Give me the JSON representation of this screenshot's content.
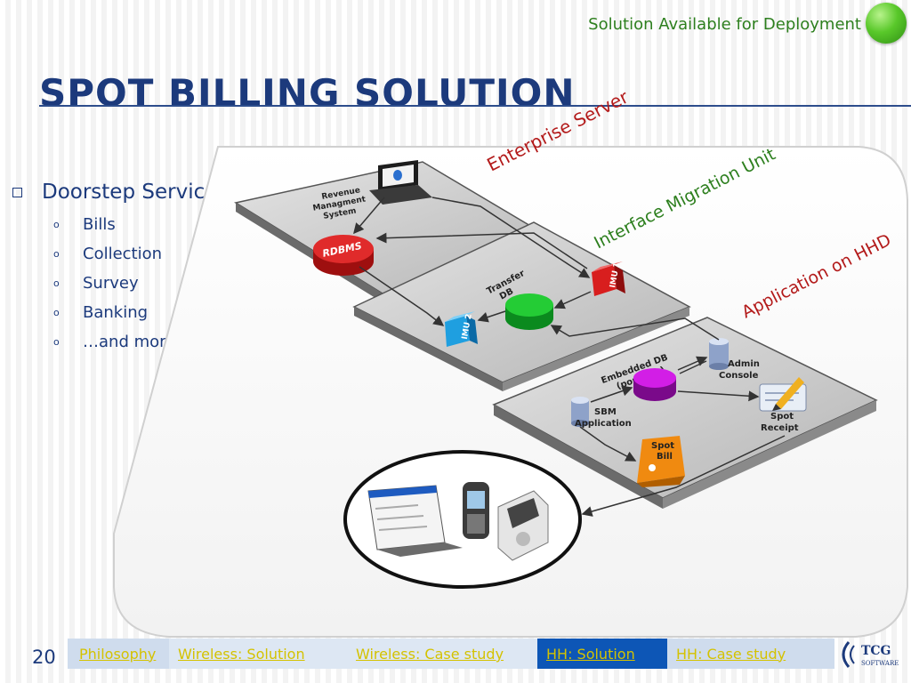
{
  "header": {
    "status": "Solution Available for Deployment",
    "status_color": "#2d7f1e",
    "title": "SPOT BILLING SOLUTION"
  },
  "bullets": {
    "main": "Doorstep Services",
    "items": [
      "Bills",
      "Collection",
      "Survey",
      "Banking",
      "…and more"
    ]
  },
  "diagram": {
    "layer_enterprise": "Enterprise Server",
    "layer_imu": "Interface Migration Unit",
    "layer_hhd": "Application on HHD",
    "revenue_system": [
      "Revenue",
      "Managment",
      "System"
    ],
    "rdbms": "RDBMS",
    "transfer_db": [
      "Transfer",
      "DB"
    ],
    "imu1": "IMU 1",
    "imu2": "IMU 2",
    "embedded_db": [
      "Embedded DB",
      "(portable)"
    ],
    "admin_console": [
      "Admin",
      "Console"
    ],
    "sbm_application": [
      "SBM",
      "Application"
    ],
    "spot_receipt": [
      "Spot",
      "Receipt"
    ],
    "spot_bill": [
      "Spot",
      "Bill"
    ]
  },
  "footer": {
    "page_number": "20",
    "nav": [
      "Philosophy",
      "Wireless: Solution",
      "Wireless: Case study",
      "HH: Solution",
      "HH: Case study"
    ],
    "active_index": 3,
    "active_color": "#0d56b6",
    "link_color": "#d4c200",
    "logo": [
      "TCG",
      "SOFTWARE"
    ]
  }
}
